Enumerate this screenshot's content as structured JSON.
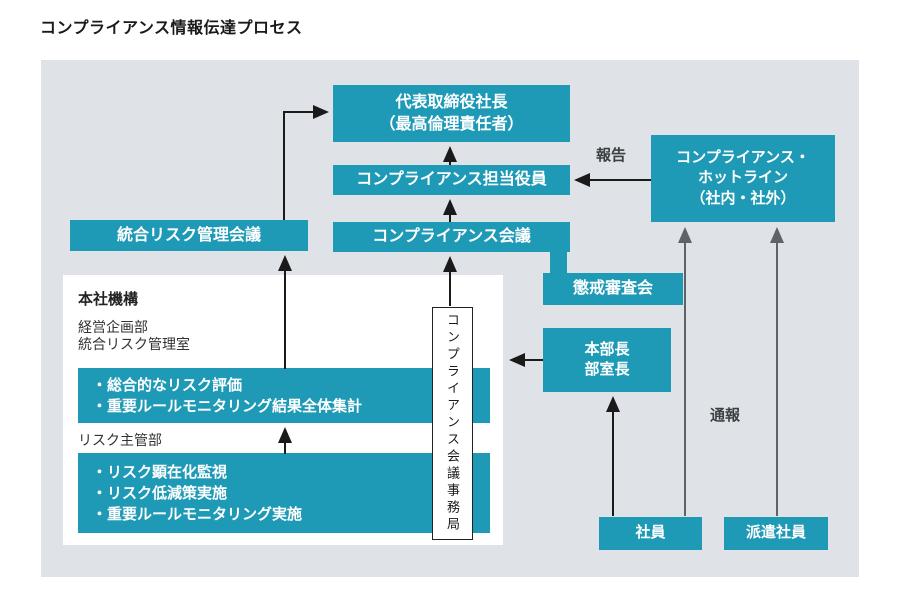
{
  "title": "コンプライアンス情報伝達プロセス",
  "colors": {
    "node_teal": "#1e9ab6",
    "panel_background": "#dfe3e7",
    "arrow_black": "#1a1a1a",
    "arrow_gray": "#5f6368",
    "text_dark": "#1a1a1a"
  },
  "nodes": {
    "president": {
      "line1": "代表取締役社長",
      "line2": "（最高倫理責任者）"
    },
    "compliance_officer": {
      "label": "コンプライアンス担当役員"
    },
    "compliance_meeting": {
      "label": "コンプライアンス会議"
    },
    "integrated_risk_meeting": {
      "label": "統合リスク管理会議"
    },
    "hotline": {
      "line1": "コンプライアンス・",
      "line2": "ホットライン",
      "line3": "（社内・社外）"
    },
    "disciplinary_committee": {
      "label": "懲戒審査会"
    },
    "division_heads": {
      "line1": "本部長",
      "line2": "部室長"
    },
    "employee": {
      "label": "社員"
    },
    "temp_employee": {
      "label": "派遣社員"
    },
    "secretariat": {
      "label": "コンプライアンス会議事務局"
    }
  },
  "hq": {
    "title": "本社機構",
    "planning_dept": "経営企画部",
    "risk_office": "統合リスク管理室",
    "risk_office_tasks": [
      "・総合的なリスク評価",
      "・重要ルールモニタリング結果全体集計"
    ],
    "risk_owner_dept": "リスク主管部",
    "risk_owner_tasks": [
      "・リスク顕在化監視",
      "・リスク低減策実施",
      "・重要ルールモニタリング実施"
    ]
  },
  "flow_labels": {
    "report": "報告",
    "whistleblowing": "通報"
  }
}
